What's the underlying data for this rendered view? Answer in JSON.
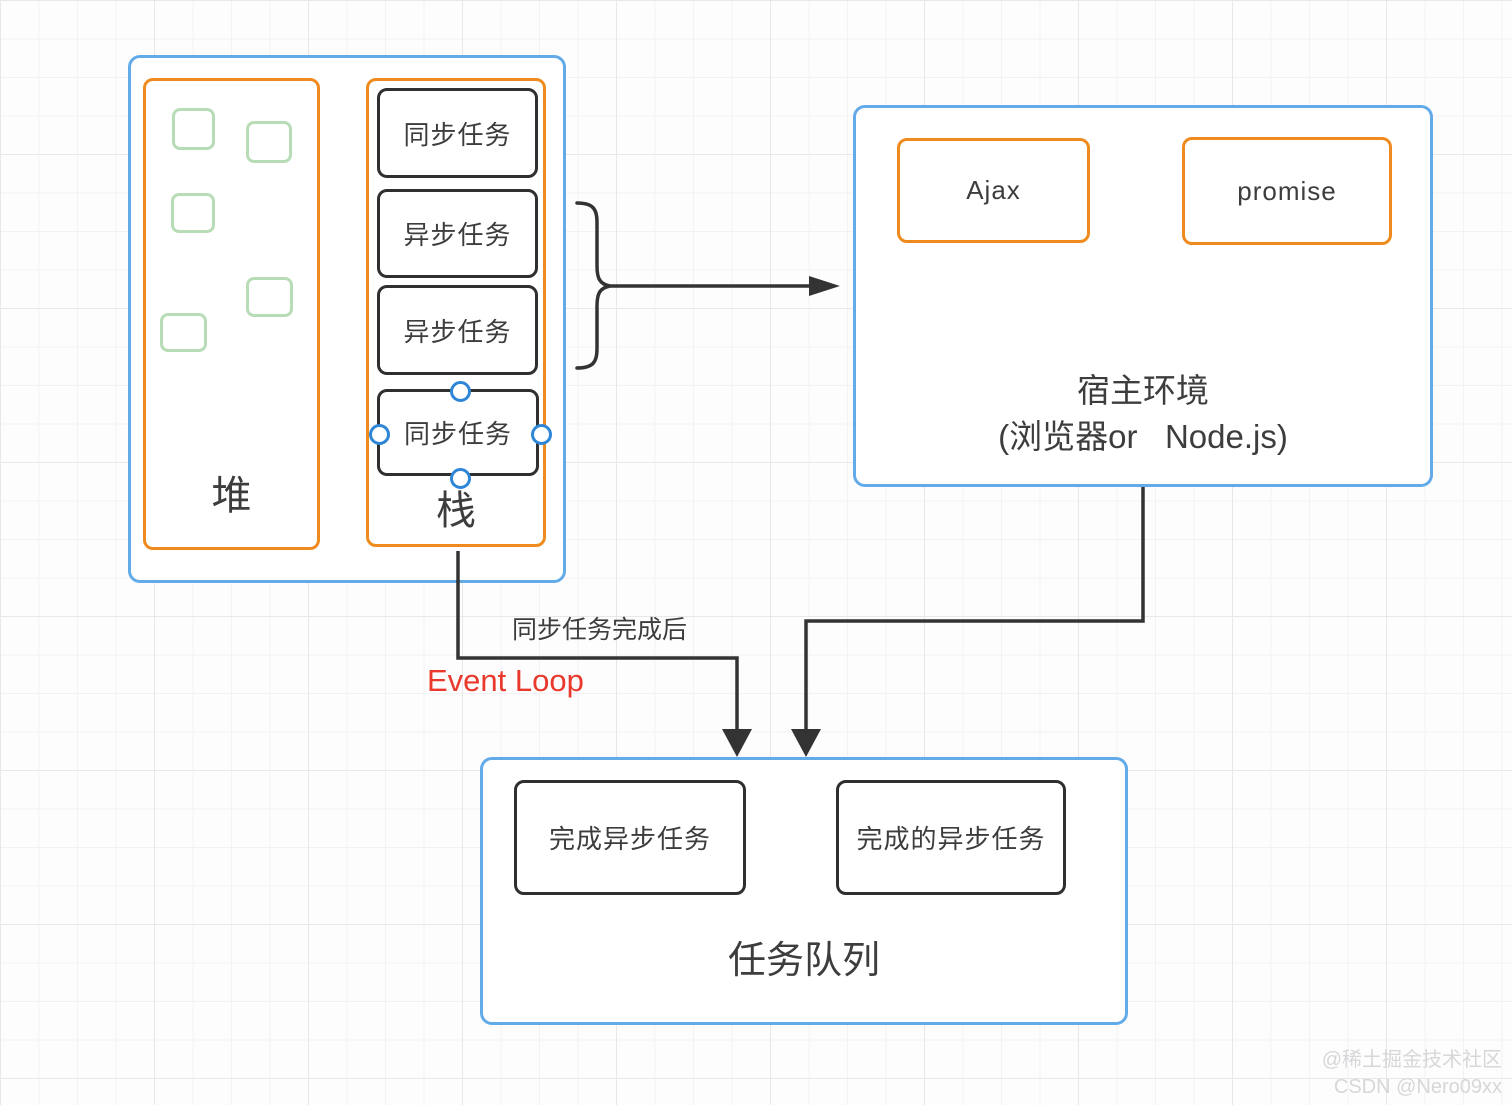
{
  "memory_panel": {
    "heap": {
      "label": "堆"
    },
    "stack": {
      "label": "栈",
      "items": [
        {
          "label": "同步任务"
        },
        {
          "label": "异步任务"
        },
        {
          "label": "异步任务"
        },
        {
          "label": "同步任务",
          "selected": true
        }
      ]
    }
  },
  "host_env": {
    "items": [
      {
        "label": "Ajax"
      },
      {
        "label": "promise"
      }
    ],
    "title_line1": "宿主环境",
    "title_line2": "(浏览器or   Node.js)"
  },
  "task_queue": {
    "label": "任务队列",
    "items": [
      {
        "label": "完成异步任务"
      },
      {
        "label": "完成的异步任务"
      }
    ]
  },
  "annotations": {
    "sync_done": "同步任务完成后",
    "event_loop": "Event Loop"
  },
  "watermark": {
    "line1": "@稀土掘金技术社区",
    "line2": "CSDN @Nero09xx"
  },
  "colors": {
    "blue": "#62abe8",
    "orange": "#ef8b1e",
    "green": "#b8dcb6",
    "red": "#e9392c",
    "dark": "#2f2f2f",
    "line": "#333333"
  }
}
